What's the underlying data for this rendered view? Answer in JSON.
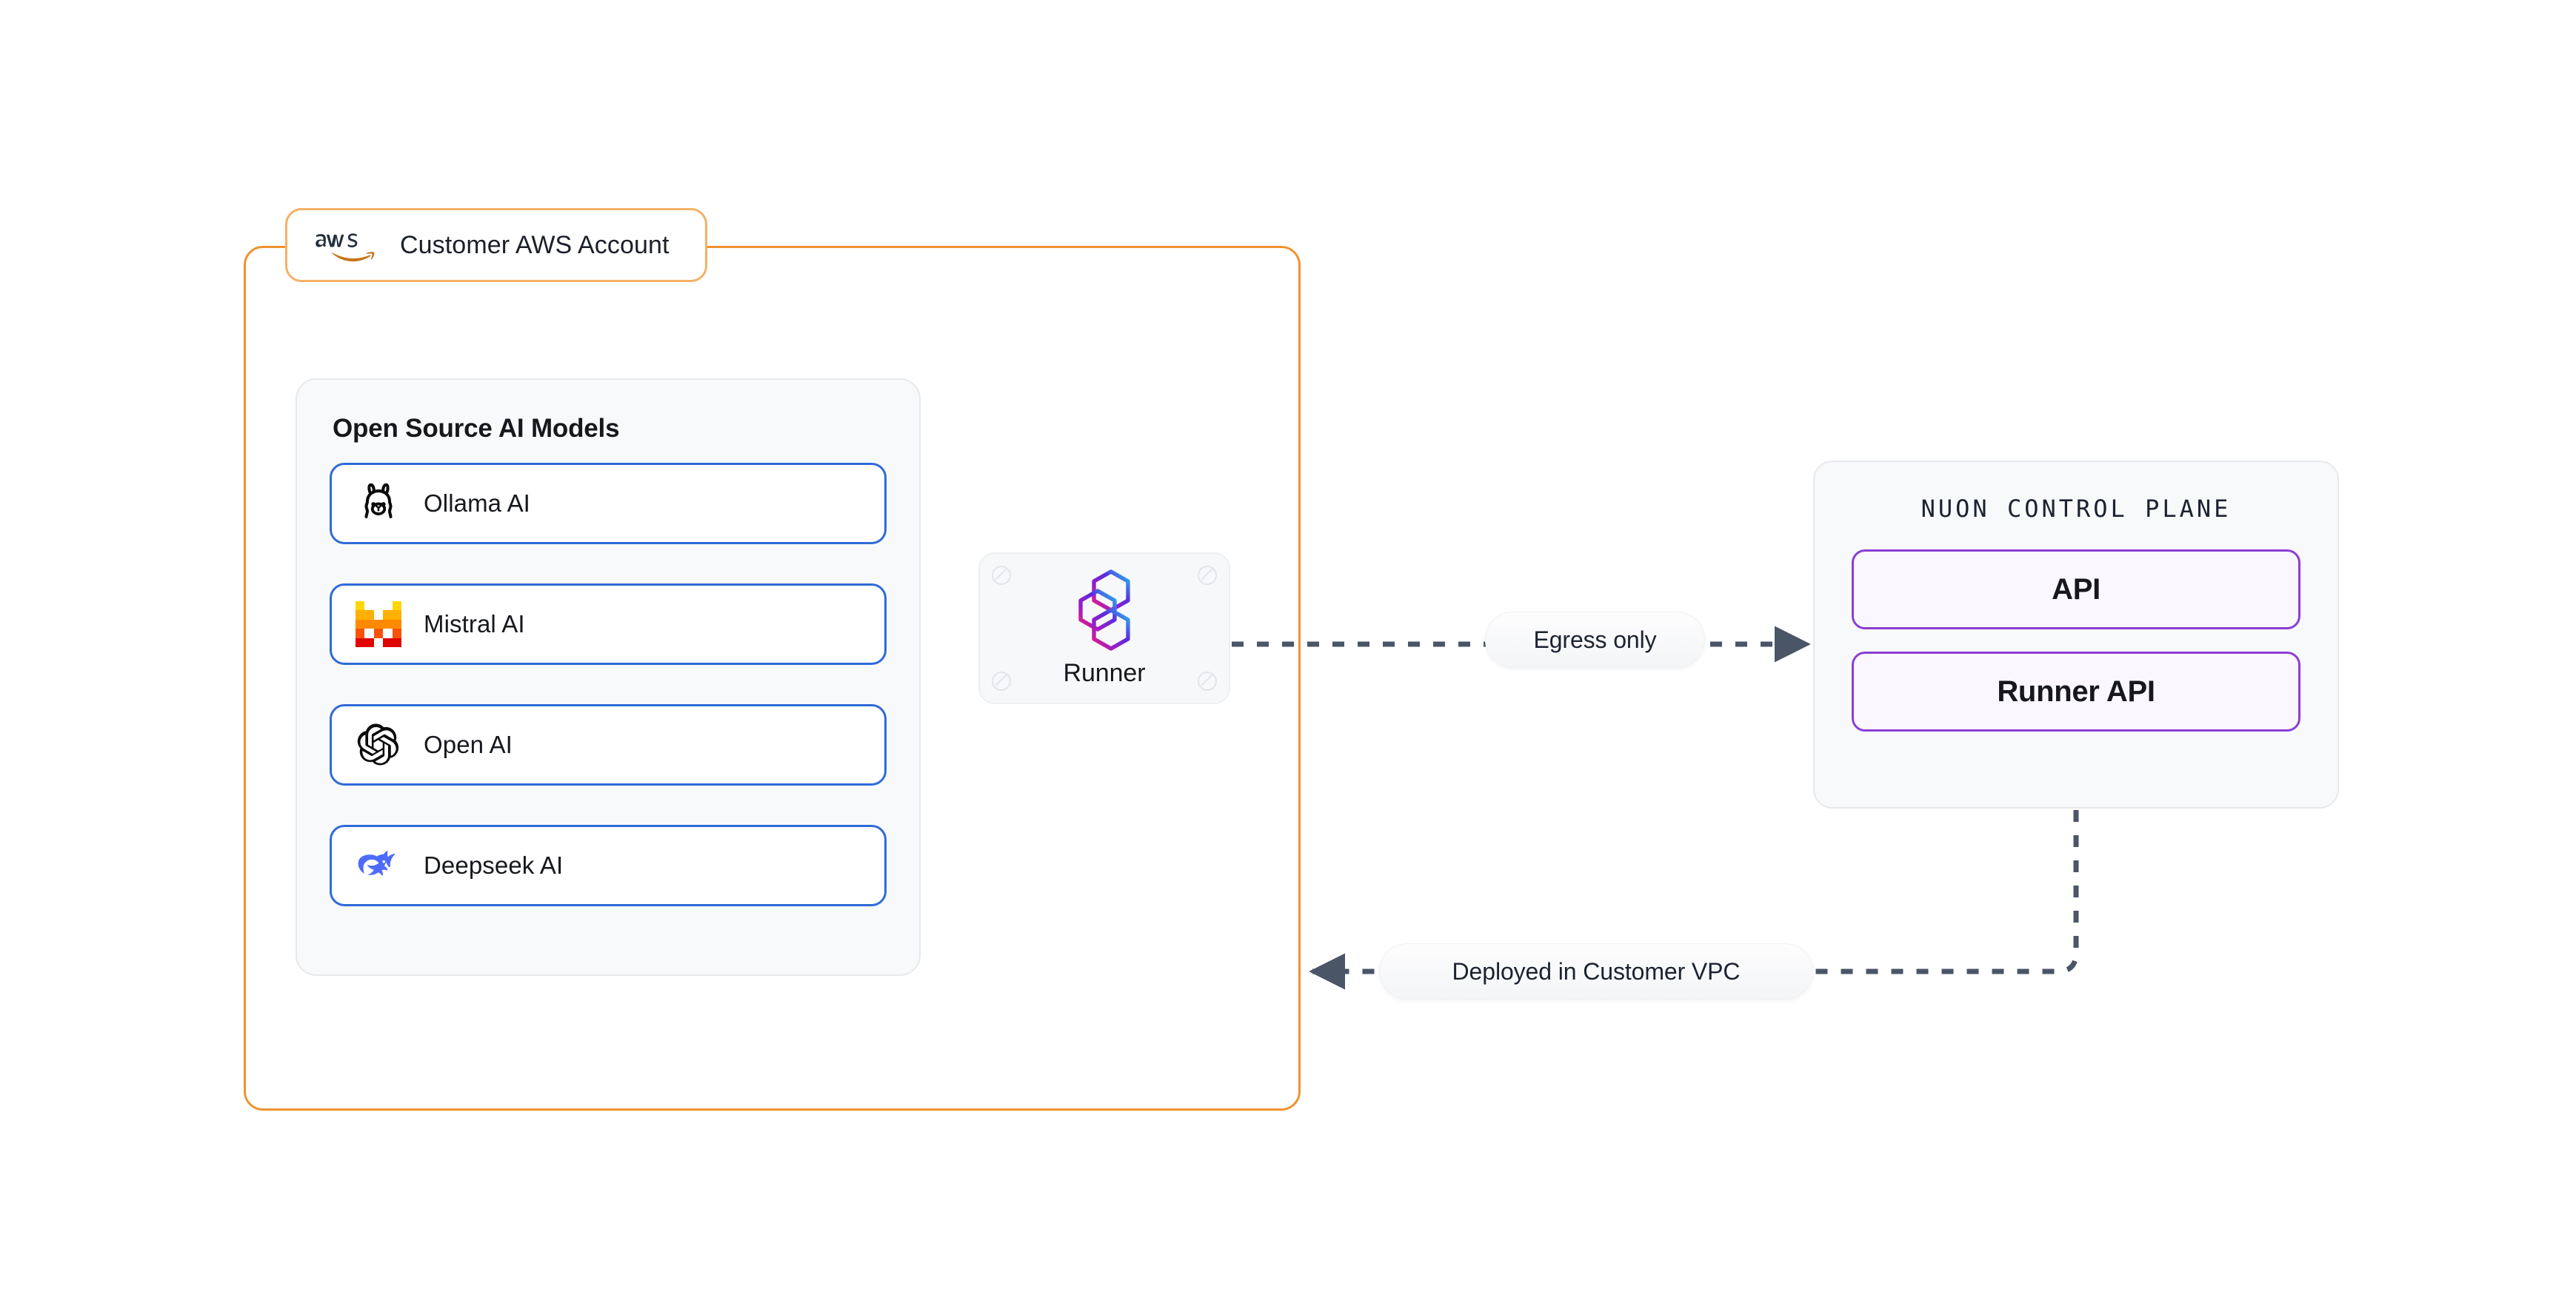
{
  "boundary": {
    "badge_label": "Customer AWS Account",
    "logo_icon": "aws-logo",
    "accent_color": "#F0922F"
  },
  "models_panel": {
    "title": "Open Source AI Models",
    "card_border_color": "#2F6BD8",
    "items": [
      {
        "label": "Ollama AI",
        "icon": "ollama-llama-icon"
      },
      {
        "label": "Mistral AI",
        "icon": "mistral-logo-icon"
      },
      {
        "label": "Open AI",
        "icon": "openai-knot-icon"
      },
      {
        "label": "Deepseek AI",
        "icon": "deepseek-whale-icon"
      }
    ]
  },
  "runner": {
    "label": "Runner",
    "icon": "nuon-hexagon-logo"
  },
  "control_plane": {
    "title": "NUON CONTROL PLANE",
    "accent_color": "#8B3FD4",
    "boxes": [
      {
        "label": "API"
      },
      {
        "label": "Runner API"
      }
    ]
  },
  "connections": [
    {
      "label": "Egress only",
      "direction": "runner-to-control-plane"
    },
    {
      "label": "Deployed in Customer VPC",
      "direction": "control-plane-to-aws-account"
    }
  ]
}
